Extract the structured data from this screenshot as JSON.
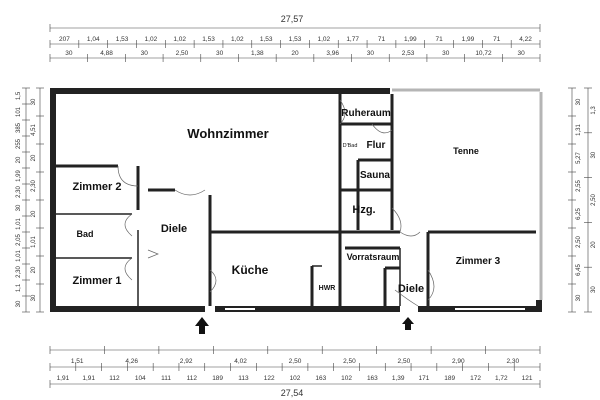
{
  "colors": {
    "wall": "#222222",
    "light_wall": "#b5b5b5",
    "dimension_line": "#444444",
    "text": "#111111"
  },
  "dimensions": {
    "top_total": "27,57",
    "top_row1": [
      "207",
      "1,04",
      "1,53",
      "1,02",
      "1,02",
      "1,53",
      "1,02",
      "1,53",
      "1,53",
      "1,02",
      "1,77",
      "71",
      "1,99",
      "71",
      "1,99",
      "71",
      "4,22"
    ],
    "top_row2": [
      "30",
      "4,88",
      "30",
      "2,50",
      "30",
      "1,38",
      "20",
      "3,96",
      "30",
      "2,53",
      "30",
      "10,72",
      "30"
    ],
    "bottom_row1": [
      "1,51",
      "4,26",
      "2,92",
      "4,02",
      "2,50",
      "2,50",
      "2,50",
      "2,90",
      "2,30"
    ],
    "bottom_row2": [
      "1,91",
      "1,91",
      "112",
      "104",
      "111",
      "112",
      "189",
      "113",
      "122",
      "102",
      "163",
      "102",
      "163",
      "1,39",
      "171",
      "189",
      "172",
      "1,72",
      "121"
    ],
    "bottom_total": "27,54",
    "left_col1": [
      "1,5",
      "101",
      "385",
      "255",
      "20",
      "1,99",
      "2,30",
      "30",
      "1,01",
      "2,05",
      "1,01",
      "2,30",
      "1,1",
      "30"
    ],
    "left_col2": [
      "30",
      "4,51",
      "20",
      "2,30",
      "20",
      "1,01",
      "20",
      "30"
    ],
    "right_col1": [
      "30",
      "1,31",
      "5,27",
      "2,55",
      "6,25",
      "2,50",
      "6,45",
      "30"
    ],
    "right_col2": [
      "1,3",
      "30",
      "2,50",
      "20",
      "30"
    ]
  },
  "rooms": {
    "wohnzimmer": "Wohnzimmer",
    "ruheraum": "Ruheraum",
    "dbad": "D'Bad",
    "flur": "Flur",
    "sauna": "Sauna",
    "tenne": "Tenne",
    "zimmer2": "Zimmer 2",
    "bad": "Bad",
    "diele_left": "Diele",
    "hzg": "Hzg.",
    "vorratsraum": "Vorratsraum",
    "zimmer1": "Zimmer 1",
    "kueche": "Küche",
    "hwr": "HWR",
    "diele_right": "Diele",
    "zimmer3": "Zimmer 3"
  },
  "entrances": [
    "entrance-arrow-left",
    "entrance-arrow-right"
  ]
}
